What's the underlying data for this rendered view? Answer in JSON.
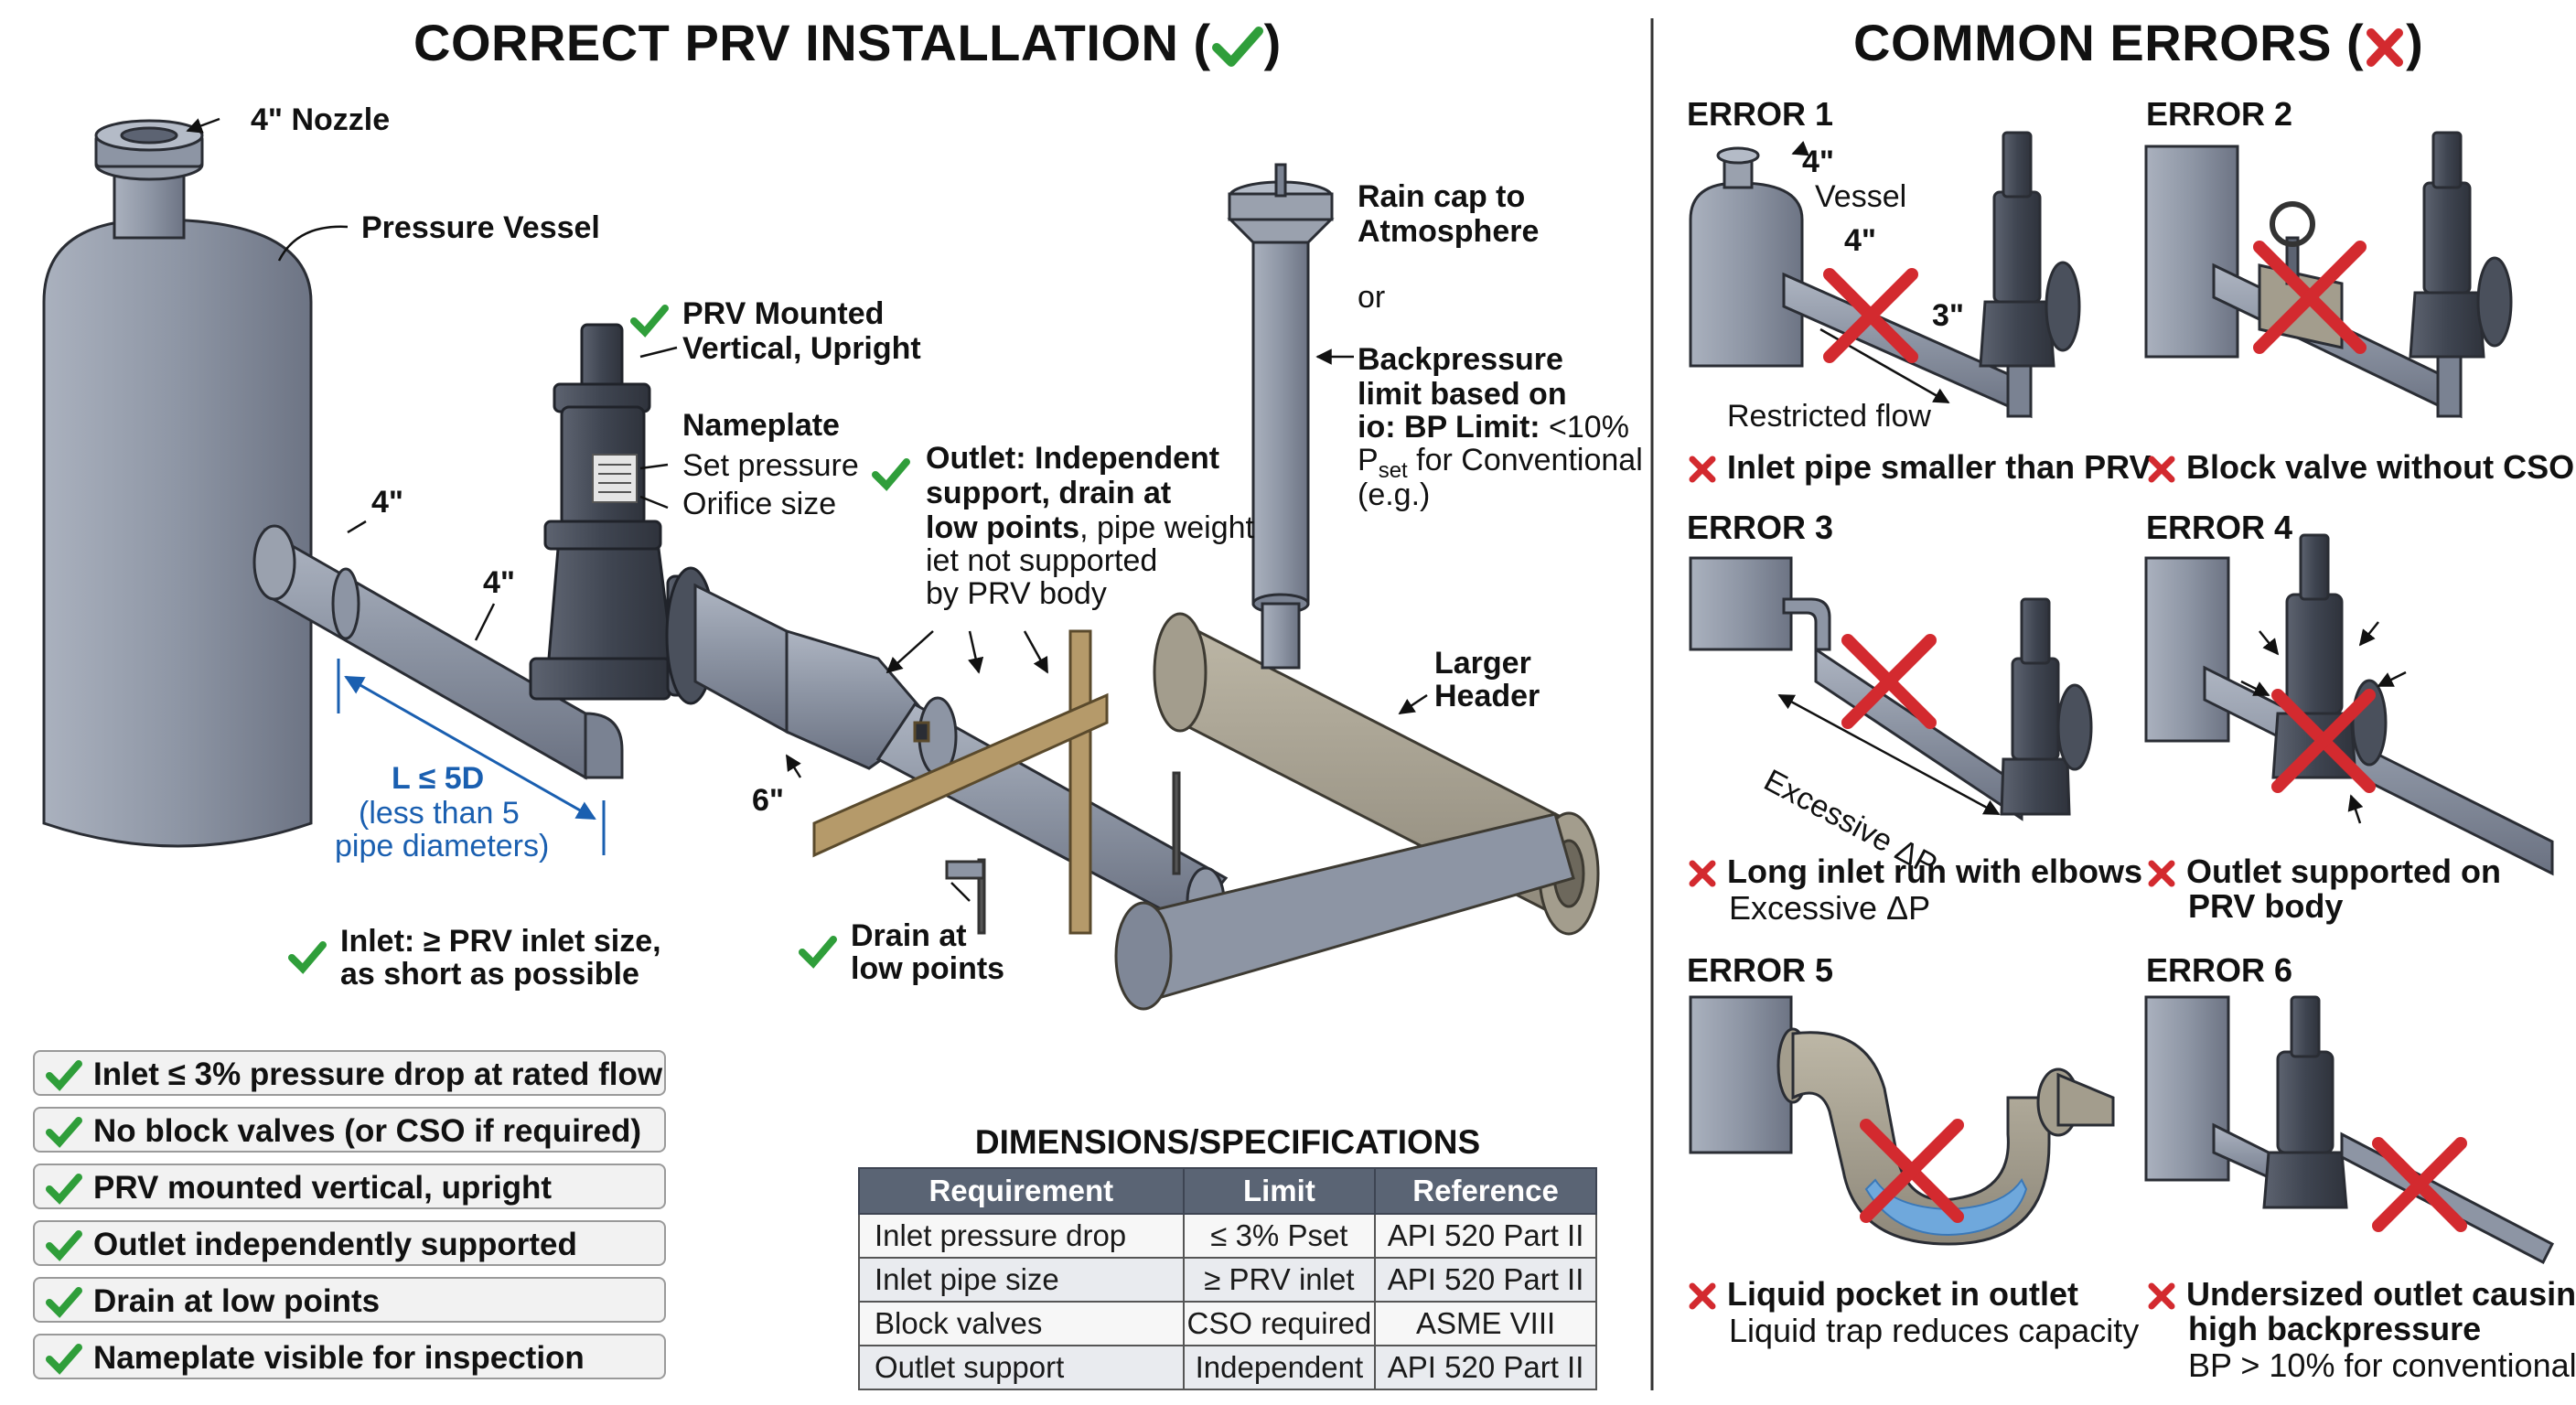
{
  "left_title": {
    "text": "CORRECT PRV INSTALLATION (",
    "close": ")"
  },
  "right_title": {
    "text": "COMMON ERRORS (",
    "close": ")"
  },
  "callouts": {
    "nozzle": "4\" Nozzle",
    "vessel": "Pressure Vessel",
    "prv_mounted_1": "PRV Mounted",
    "prv_mounted_2": "Vertical, Upright",
    "nameplate": "Nameplate",
    "set_pressure": "Set pressure",
    "orifice": "Orifice size",
    "inlet_4a": "4\"",
    "inlet_4b": "4\"",
    "l5d": "L ≤ 5D",
    "l5d_sub1": "(less than 5",
    "l5d_sub2": "pipe diameters)",
    "outlet_6": "6\"",
    "outlet_1": "Outlet: Independent",
    "outlet_2": "support, drain at",
    "outlet_3_bold": "low points",
    "outlet_3_rest": ", pipe weight",
    "outlet_4": "iet not supported",
    "outlet_5": "by PRV body",
    "rain_cap_1": "Rain cap to",
    "rain_cap_2": "Atmosphere",
    "or": "or",
    "bp_1": "Backpressure",
    "bp_2": "limit based on",
    "bp_3_bold": "io: BP Limit:",
    "bp_3_rest": " <10%",
    "bp_4_p": "P",
    "bp_4_sub": "set",
    "bp_4_rest": " for Conventional",
    "bp_5": "(e.g.)",
    "larger_header_1": "Larger",
    "larger_header_2": "Header",
    "drain_1": "Drain at",
    "drain_2": "low points",
    "inlet_note_1": "Inlet: ≥ PRV inlet size,",
    "inlet_note_2": "as short as possible"
  },
  "checklist": [
    "Inlet ≤ 3% pressure drop at rated flow",
    "No block valves (or CSO if required)",
    "PRV mounted vertical, upright",
    "Outlet independently supported",
    "Drain at low points",
    "Nameplate visible for inspection"
  ],
  "spec": {
    "title": "DIMENSIONS/SPECIFICATIONS",
    "headers": [
      "Requirement",
      "Limit",
      "Reference"
    ],
    "rows": [
      [
        "Inlet pressure drop",
        "≤ 3% Pset",
        "API 520 Part II"
      ],
      [
        "Inlet pipe size",
        "≥ PRV inlet",
        "API 520 Part II"
      ],
      [
        "Block valves",
        "CSO required",
        "ASME VIII"
      ],
      [
        "Outlet support",
        "Independent",
        "API 520 Part II"
      ]
    ]
  },
  "errors": [
    {
      "heading": "ERROR 1",
      "caption": "Inlet pipe smaller than PRV",
      "sub": ""
    },
    {
      "heading": "ERROR 2",
      "caption": "Block valve without CSO",
      "sub": ""
    },
    {
      "heading": "ERROR 3",
      "caption": "Long inlet run with elbows",
      "sub": "Excessive ΔP"
    },
    {
      "heading": "ERROR 4",
      "caption": "Outlet supported on",
      "caption2": "PRV body",
      "sub": ""
    },
    {
      "heading": "ERROR 5",
      "caption": "Liquid pocket in outlet",
      "sub": "Liquid trap reduces capacity"
    },
    {
      "heading": "ERROR 6",
      "caption": "Undersized outlet causing",
      "caption2": "high backpressure",
      "sub": "BP > 10% for conventional"
    }
  ],
  "error1_labels": {
    "nozzle": "4\"",
    "vessel": "Vessel",
    "pipe": "4\"",
    "three": "3\"",
    "flow": "Restricted flow"
  },
  "error3_labels": {
    "dp": "Excessive ΔP"
  },
  "colors": {
    "steel": "#8f97a6",
    "steel_dark": "#5c6372",
    "valve": "#454b57",
    "header_tan": "#a9a393",
    "support_wood": "#b59a6a",
    "check_green": "#2f9e3a",
    "error_red": "#d32a2f",
    "dim_blue": "#1a5fb0"
  }
}
